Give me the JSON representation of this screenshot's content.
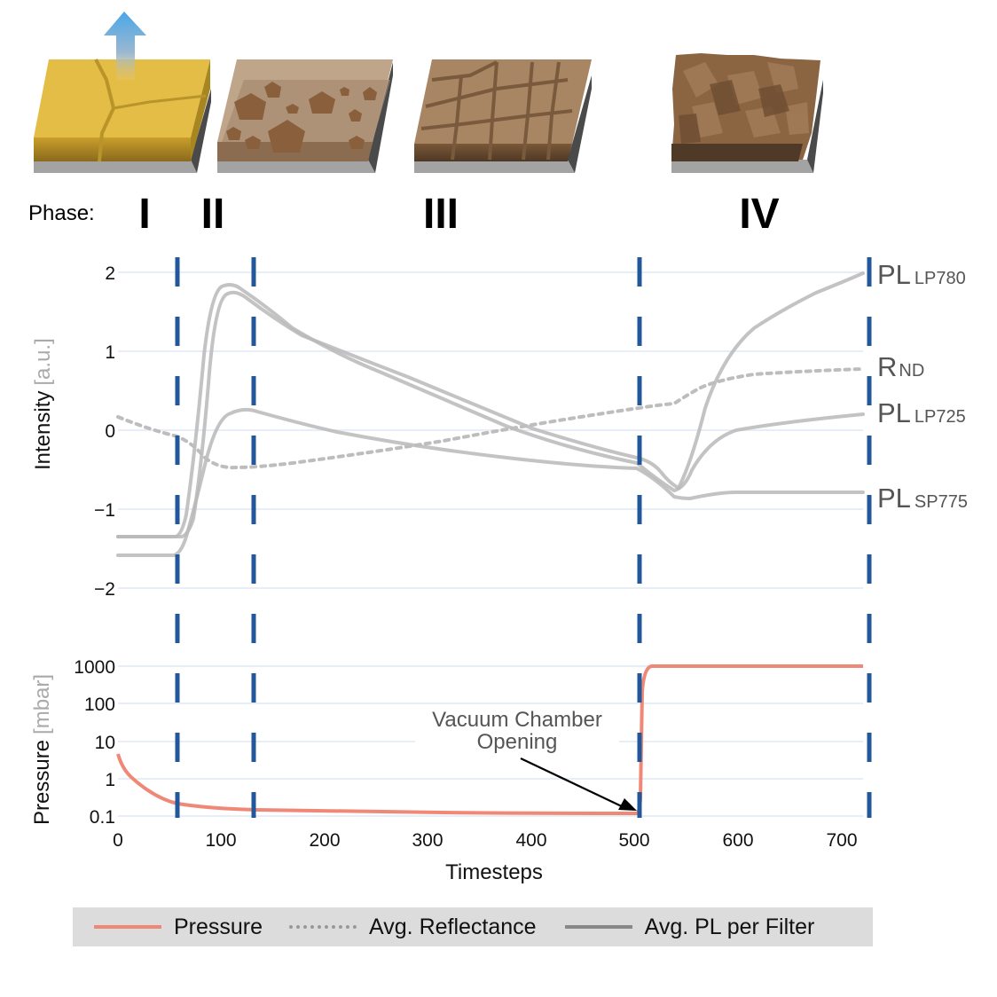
{
  "phases": {
    "caption": "Phase:",
    "labels": [
      "I",
      "II",
      "III",
      "IV"
    ],
    "illustrations": [
      {
        "name": "phase-I-film",
        "description": "yellow film with cracks and upward blue arrow",
        "color": "#e6bd45"
      },
      {
        "name": "phase-II-film",
        "description": "translucent brown film with pentagonal grains",
        "color": "#b89a7e"
      },
      {
        "name": "phase-III-film",
        "description": "tiled brown grains",
        "color": "#a67c57"
      },
      {
        "name": "phase-IV-film",
        "description": "rough, jagged brown grains",
        "color": "#8a6342"
      }
    ]
  },
  "top_plot": {
    "ylabel": "Intensity",
    "ylabel_unit": "[a.u.]",
    "yticks": [
      "2",
      "1",
      "0",
      "−1",
      "−2"
    ],
    "series_labels": [
      {
        "main": "PL",
        "sub": "LP780"
      },
      {
        "main": "R",
        "sub": "ND"
      },
      {
        "main": "PL",
        "sub": "LP725"
      },
      {
        "main": "PL",
        "sub": "SP775"
      }
    ]
  },
  "bottom_plot": {
    "ylabel": "Pressure",
    "ylabel_unit": "[mbar]",
    "yticks": [
      "1000",
      "100",
      "10",
      "1",
      "0.1"
    ],
    "xlabel": "Timesteps",
    "xticks": [
      "0",
      "100",
      "200",
      "300",
      "400",
      "500",
      "600",
      "700"
    ],
    "annotation_line1": "Vacuum Chamber",
    "annotation_line2": "Opening"
  },
  "legend": {
    "items": [
      {
        "label": "Pressure",
        "style": "solid",
        "color": "#f08878"
      },
      {
        "label": "Avg. Reflectance",
        "style": "dotted",
        "color": "#999999"
      },
      {
        "label": "Avg. PL per Filter",
        "style": "solid",
        "color": "#888888"
      }
    ]
  },
  "colors": {
    "phase_line": "#23579b",
    "pressure": "#f08878",
    "pl": "#c0c0c0",
    "reflectance": "#c0c0c0",
    "grid": "#e8eef8"
  },
  "chart_data": [
    {
      "type": "line",
      "title": "Intensity vs Timesteps",
      "xlabel": "Timesteps",
      "ylabel": "Intensity [a.u.]",
      "xlim": [
        0,
        720
      ],
      "ylim": [
        -2.3,
        2.1
      ],
      "grid": true,
      "phase_boundaries": [
        58,
        132,
        505,
        728
      ],
      "phase_labels": [
        "I",
        "II",
        "III",
        "IV"
      ],
      "series": [
        {
          "name": "PL LP780",
          "style": "solid",
          "x": [
            0,
            55,
            62,
            70,
            78,
            85,
            95,
            105,
            115,
            130,
            160,
            200,
            250,
            300,
            350,
            400,
            450,
            500,
            515,
            530,
            545,
            560,
            575,
            600,
            630,
            660,
            700,
            720
          ],
          "y": [
            -1.35,
            -1.35,
            -1.3,
            -0.8,
            0.3,
            1.3,
            1.75,
            1.75,
            1.7,
            1.6,
            1.3,
            1.05,
            0.8,
            0.55,
            0.3,
            0.05,
            -0.2,
            -0.45,
            -0.6,
            -0.7,
            -0.55,
            0.0,
            0.8,
            1.3,
            1.55,
            1.7,
            1.9,
            2.0
          ]
        },
        {
          "name": "PL LP725",
          "style": "solid",
          "x": [
            0,
            55,
            62,
            70,
            78,
            85,
            95,
            105,
            115,
            130,
            160,
            200,
            250,
            300,
            350,
            400,
            450,
            500,
            515,
            530,
            545,
            555,
            575,
            600,
            630,
            660,
            700,
            720
          ],
          "y": [
            -1.35,
            -1.35,
            -1.35,
            -1.2,
            -0.4,
            0.8,
            1.6,
            1.85,
            1.8,
            1.55,
            1.15,
            0.9,
            0.6,
            0.3,
            0.0,
            -0.2,
            -0.35,
            -0.5,
            -0.55,
            -0.65,
            -0.75,
            -0.7,
            -0.45,
            -0.15,
            -0.05,
            0.05,
            0.15,
            0.2
          ]
        },
        {
          "name": "PL SP775",
          "style": "solid",
          "x": [
            0,
            55,
            62,
            75,
            90,
            100,
            110,
            125,
            140,
            160,
            200,
            250,
            300,
            350,
            400,
            450,
            500,
            520,
            530,
            540,
            550,
            570,
            600,
            650,
            700,
            720
          ],
          "y": [
            -1.58,
            -1.58,
            -1.55,
            -1.2,
            -0.3,
            0.1,
            0.22,
            0.25,
            0.22,
            0.12,
            0.0,
            -0.1,
            -0.2,
            -0.3,
            -0.38,
            -0.45,
            -0.5,
            -0.6,
            -0.7,
            -0.75,
            -0.85,
            -0.83,
            -0.78,
            -0.78,
            -0.8,
            -0.8
          ]
        },
        {
          "name": "R ND (Avg. Reflectance)",
          "style": "dotted",
          "x": [
            0,
            20,
            40,
            58,
            70,
            85,
            100,
            130,
            160,
            200,
            250,
            300,
            350,
            400,
            450,
            500,
            530,
            545,
            560,
            580,
            600,
            650,
            700,
            720
          ],
          "y": [
            0.15,
            0.05,
            -0.05,
            -0.1,
            -0.2,
            -0.4,
            -0.47,
            -0.45,
            -0.4,
            -0.35,
            -0.25,
            -0.15,
            -0.05,
            0.05,
            0.15,
            0.25,
            0.3,
            0.4,
            0.5,
            0.6,
            0.65,
            0.7,
            0.75,
            0.78
          ]
        }
      ]
    },
    {
      "type": "line",
      "title": "Pressure vs Timesteps",
      "xlabel": "Timesteps",
      "ylabel": "Pressure [mbar]",
      "yscale": "log",
      "xlim": [
        0,
        720
      ],
      "ylim": [
        0.1,
        1000
      ],
      "xticks": [
        0,
        100,
        200,
        300,
        400,
        500,
        600,
        700
      ],
      "yticks": [
        0.1,
        1,
        10,
        100,
        1000
      ],
      "grid": true,
      "annotations": [
        {
          "text": "Vacuum Chamber Opening",
          "x": 500,
          "y": 0.12
        }
      ],
      "series": [
        {
          "name": "Pressure",
          "style": "solid",
          "x": [
            0,
            5,
            10,
            20,
            30,
            40,
            50,
            60,
            80,
            100,
            130,
            200,
            300,
            400,
            500,
            504,
            506,
            508,
            510,
            515,
            520,
            600,
            700,
            720
          ],
          "y": [
            4.5,
            2.5,
            1.5,
            0.8,
            0.5,
            0.35,
            0.27,
            0.22,
            0.19,
            0.17,
            0.16,
            0.14,
            0.13,
            0.12,
            0.115,
            0.13,
            5,
            200,
            700,
            950,
            1000,
            1000,
            1000,
            1000
          ]
        }
      ]
    }
  ]
}
